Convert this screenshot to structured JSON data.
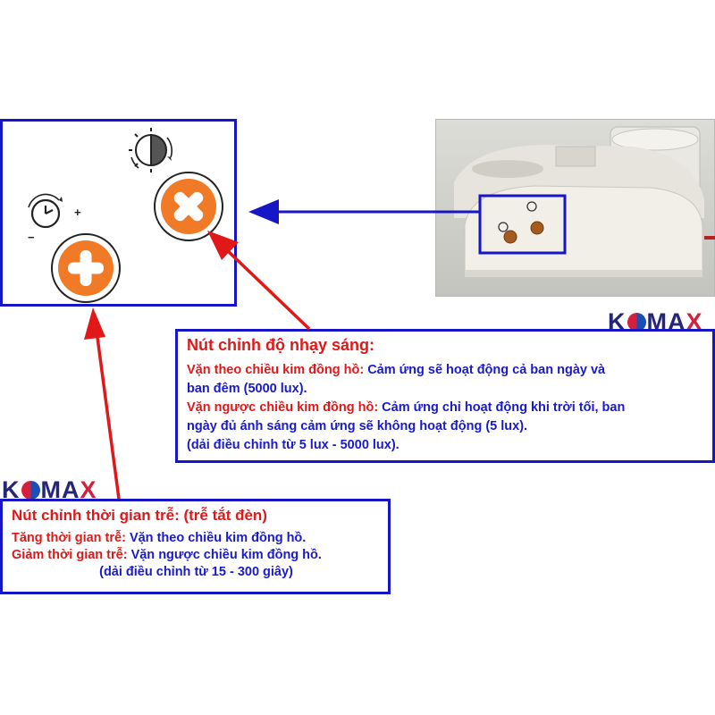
{
  "brand": {
    "logo_letters": [
      "K",
      "O",
      "M",
      "A",
      "X"
    ]
  },
  "colors": {
    "frame": "#1616c8",
    "arrow_blue": "#1616c8",
    "arrow_red": "#e01818",
    "knob": "#f07a26",
    "label_red": "#e01818",
    "text_blue": "#1a1acd"
  },
  "icons": {
    "closeup": [
      "clock-icon",
      "sun-dial-icon",
      "time-knob",
      "light-knob"
    ],
    "photo": [
      "sensor-device-photo"
    ]
  },
  "light_callout": {
    "title": "Nút chỉnh độ nhạy sáng:",
    "cw_label": "Vặn theo chiều kim đồng hồ:",
    "cw_text_1": " Cảm ứng sẽ hoạt động cả ban ngày và",
    "cw_text_2": "ban đêm (5000 lux).",
    "ccw_label": "Vặn ngược chiều kim đồng hồ:",
    "ccw_text_1": " Cảm ứng chỉ hoạt động khi trời tối, ban",
    "ccw_text_2": "ngày đủ ánh sáng cảm ứng sẽ không hoạt động (5 lux).",
    "range": "(dải điều chỉnh từ 5 lux - 5000 lux)."
  },
  "time_callout": {
    "title": "Nút chỉnh thời gian trễ: (trễ tắt đèn)",
    "inc_label": "Tăng thời gian trễ:",
    "inc_text": " Vặn theo chiều kim đồng hồ.",
    "dec_label": "Giảm thời gian trễ:",
    "dec_text": " Vặn ngược chiều kim đồng hồ.",
    "range": "(dải điều chỉnh từ 15 - 300 giây)"
  },
  "closeup": {
    "plus": "+",
    "minus": "−"
  }
}
